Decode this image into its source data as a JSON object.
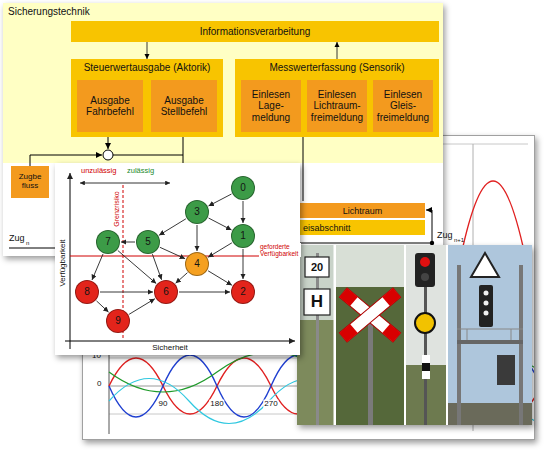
{
  "diagram": {
    "nodes": [
      {
        "text": [
          "Sicherungstechnik"
        ]
      },
      {
        "text": [
          "Informationsverarbeitung"
        ],
        "in": 0
      },
      {
        "text": [
          "Steuerwertausgabe (Aktorik)"
        ],
        "in": 0
      },
      {
        "text": [
          "Ausgabe Fahrbefehl"
        ],
        "in": 2
      },
      {
        "text": [
          "Ausgabe Stellbefehl"
        ],
        "in": 2
      },
      {
        "text": [
          "Messwerterfassung (Sensorik)"
        ],
        "in": 0
      },
      {
        "text": [
          "Einlesen Lage- meldung"
        ],
        "in": 5
      },
      {
        "text": [
          "Einlesen Lichtraum- freimeldung"
        ],
        "in": 5
      },
      {
        "text": [
          "Einlesen Gleis- freimeldung"
        ],
        "in": 5
      },
      {
        "text": [
          "Zugbe fluss"
        ]
      },
      {
        "text": [
          "Lichtraum"
        ]
      },
      {
        "text": [
          "eisabschnitt"
        ]
      },
      {
        "text": [
          "0"
        ]
      },
      {
        "text": [
          "3"
        ]
      },
      {
        "text": [
          "1"
        ]
      },
      {
        "text": [
          "7"
        ]
      },
      {
        "text": [
          "5"
        ]
      },
      {
        "text": [
          "4"
        ]
      },
      {
        "text": [
          "8"
        ]
      },
      {
        "text": [
          "6"
        ]
      },
      {
        "text": [
          "2"
        ]
      },
      {
        "text": [
          "9"
        ]
      }
    ],
    "edges": [
      {
        "from": 1,
        "to": 2,
        "arrow": "to"
      },
      {
        "from": 5,
        "to": 1,
        "arrow": "to"
      },
      {
        "from": 12,
        "to": 13,
        "arrow": "to"
      },
      {
        "from": 12,
        "to": 14,
        "arrow": "to"
      },
      {
        "from": 13,
        "to": 14,
        "arrow": "to"
      },
      {
        "from": 13,
        "to": 16,
        "arrow": "to"
      },
      {
        "from": 16,
        "to": 15,
        "arrow": "to"
      },
      {
        "from": 13,
        "to": 17,
        "arrow": "to"
      },
      {
        "from": 14,
        "to": 17,
        "arrow": "to"
      },
      {
        "from": 16,
        "to": 17,
        "arrow": "to"
      },
      {
        "from": 16,
        "to": 19,
        "arrow": "to"
      },
      {
        "from": 15,
        "to": 18,
        "arrow": "to"
      },
      {
        "from": 15,
        "to": 19,
        "arrow": "to"
      },
      {
        "from": 17,
        "to": 19,
        "arrow": "to"
      },
      {
        "from": 17,
        "to": 20,
        "arrow": "to"
      },
      {
        "from": 14,
        "to": 20,
        "arrow": "to"
      },
      {
        "from": 18,
        "to": 21,
        "arrow": "to"
      },
      {
        "from": 21,
        "to": 19,
        "arrow": "to"
      },
      {
        "from": 18,
        "to": 19,
        "arrow": "to"
      },
      {
        "from": 19,
        "to": 20,
        "arrow": "to"
      }
    ],
    "labels": [
      "unzulässig",
      "zulässig",
      "Grenzrisiko",
      "geforderte Verfügbarkeit",
      "Verfügbarkeit",
      "Sicherheit",
      "Zug",
      "n",
      "Zug",
      "n+1",
      "10",
      "0",
      "90",
      "180",
      "270",
      "20",
      "H"
    ]
  }
}
